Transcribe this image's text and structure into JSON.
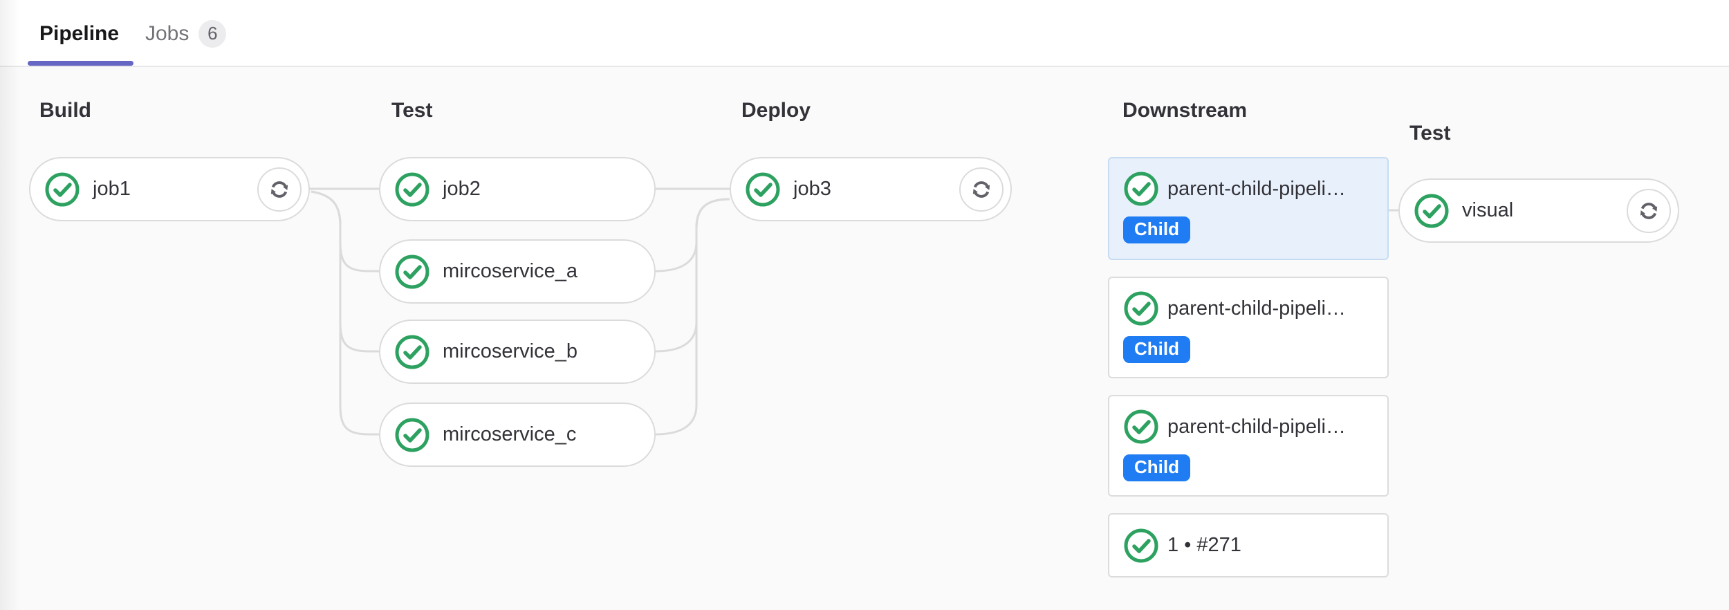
{
  "tabs": {
    "pipeline": {
      "label": "Pipeline"
    },
    "jobs": {
      "label": "Jobs",
      "count": "6"
    }
  },
  "stages": [
    {
      "label": "Build",
      "jobs": [
        {
          "name": "job1",
          "status": "success",
          "action": "retry"
        }
      ]
    },
    {
      "label": "Test",
      "jobs": [
        {
          "name": "job2",
          "status": "success"
        },
        {
          "name": "mircoservice_a",
          "status": "success"
        },
        {
          "name": "mircoservice_b",
          "status": "success"
        },
        {
          "name": "mircoservice_c",
          "status": "success"
        }
      ]
    },
    {
      "label": "Deploy",
      "jobs": [
        {
          "name": "job3",
          "status": "success",
          "action": "retry"
        }
      ]
    },
    {
      "label": "Downstream",
      "cards": [
        {
          "name": "parent-child-pipeli…",
          "badge": "Child",
          "status": "success",
          "selected": true
        },
        {
          "name": "parent-child-pipeli…",
          "badge": "Child",
          "status": "success"
        },
        {
          "name": "parent-child-pipeli…",
          "badge": "Child",
          "status": "success"
        },
        {
          "name": "1 • #271",
          "status": "success"
        }
      ]
    },
    {
      "label": "Test",
      "jobs": [
        {
          "name": "visual",
          "status": "success",
          "action": "retry"
        }
      ]
    }
  ],
  "icons": {
    "job_status": "status-success-check-circle",
    "job_action": "retry-refresh-arrows"
  },
  "colors": {
    "accent_tab_indicator": "#6666c4",
    "success_green": "#2da160",
    "child_badge_blue": "#1f7cf2",
    "selected_card_bg": "#e8f1fb",
    "connector_gray": "#dbdbdb",
    "content_bg": "#fafafa",
    "tabbar_bg": "#ffffff"
  }
}
